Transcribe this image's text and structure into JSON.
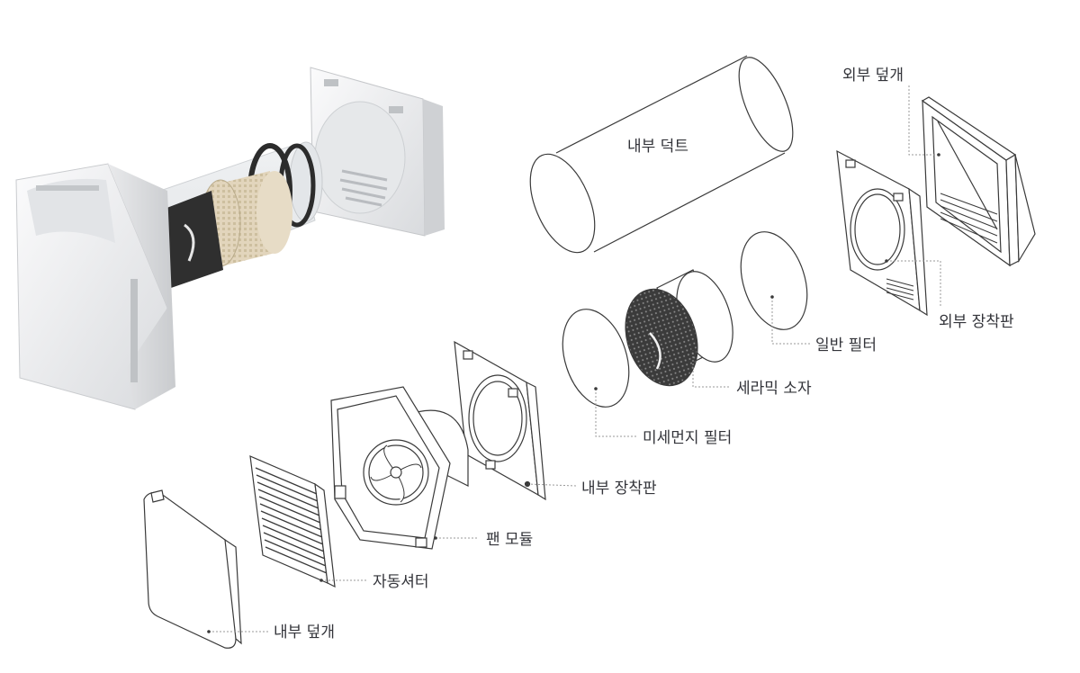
{
  "labels": {
    "outer_cover": "외부 덮개",
    "inner_duct": "내부 덕트",
    "outer_mount_plate": "외부 장착판",
    "general_filter": "일반 필터",
    "ceramic_element": "세라믹 소자",
    "fine_dust_filter": "미세먼지 필터",
    "inner_mount_plate": "내부 장착판",
    "fan_module": "팬 모듈",
    "auto_shutter": "자동셔터",
    "inner_cover": "내부 덮개"
  },
  "colors": {
    "line": "#3a3a3a",
    "leader": "#9a9a9a",
    "label_text": "#33343a",
    "housing_white": "#f1f2f4",
    "ceramic_beige": "#e2d5bc",
    "mesh_dark": "#2a2a2a"
  }
}
